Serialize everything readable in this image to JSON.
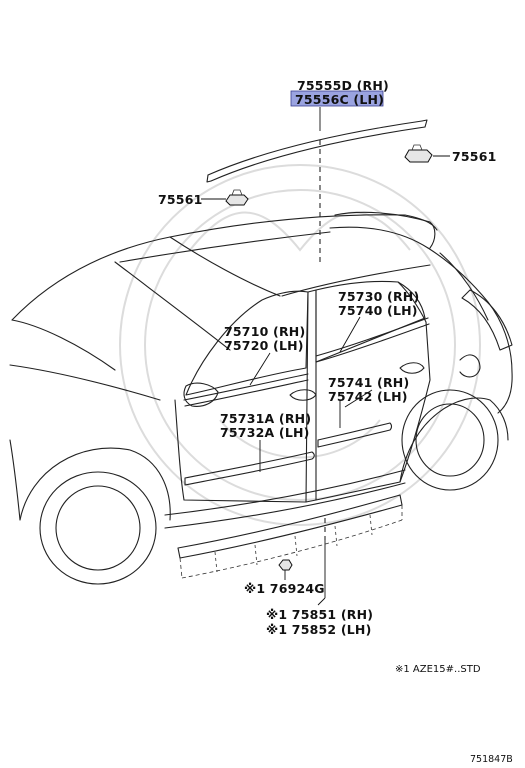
{
  "labels": {
    "roof_rh": "75555D (RH)",
    "roof_lh": "75556C (LH)",
    "clip_right": "75561",
    "clip_left": "75561",
    "rear_upper_rh": "75730 (RH)",
    "rear_upper_lh": "75740 (LH)",
    "front_upper_rh": "75710 (RH)",
    "front_upper_lh": "75720 (LH)",
    "rear_lower_rh": "75741 (RH)",
    "rear_lower_lh": "75742 (LH)",
    "front_lower_rh": "75731A (RH)",
    "front_lower_lh": "75732A (LH)",
    "clip_rocker": "※1 76924G",
    "rocker_rh": "※1 75851 (RH)",
    "rocker_lh": "※1 75852 (LH)"
  },
  "footnote": "※1 AZE15#..STD",
  "figure_id": "751847B",
  "highlight_color": "#9aa3e0"
}
